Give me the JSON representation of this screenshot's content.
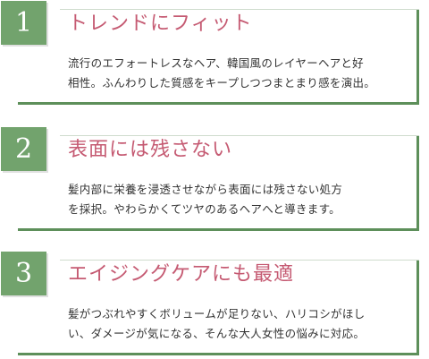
{
  "features": [
    {
      "number": "1",
      "title": "トレンドにフィット",
      "lines": [
        "流行のエフォートレスなヘア、韓国風のレイヤーヘアと好",
        "相性。ふんわりした質感をキープしつつまとまり感を演出。"
      ]
    },
    {
      "number": "2",
      "title": "表面には残さない",
      "lines": [
        "髪内部に栄養を浸透させながら表面には残さない処方",
        "を採択。やわらかくてツヤのあるヘアへと導きます。"
      ]
    },
    {
      "number": "3",
      "title": "エイジングケアにも最適",
      "lines": [
        "髪がつぶれやすくボリュームが足りない、ハリコシがほし",
        "い、ダメージが気になる、そんな大人女性の悩みに対応。"
      ]
    }
  ],
  "colors": {
    "accent_green": "#72a36d",
    "frame_green": "#5d8f5a",
    "title_pink": "#c55a72",
    "body_text": "#333333"
  }
}
